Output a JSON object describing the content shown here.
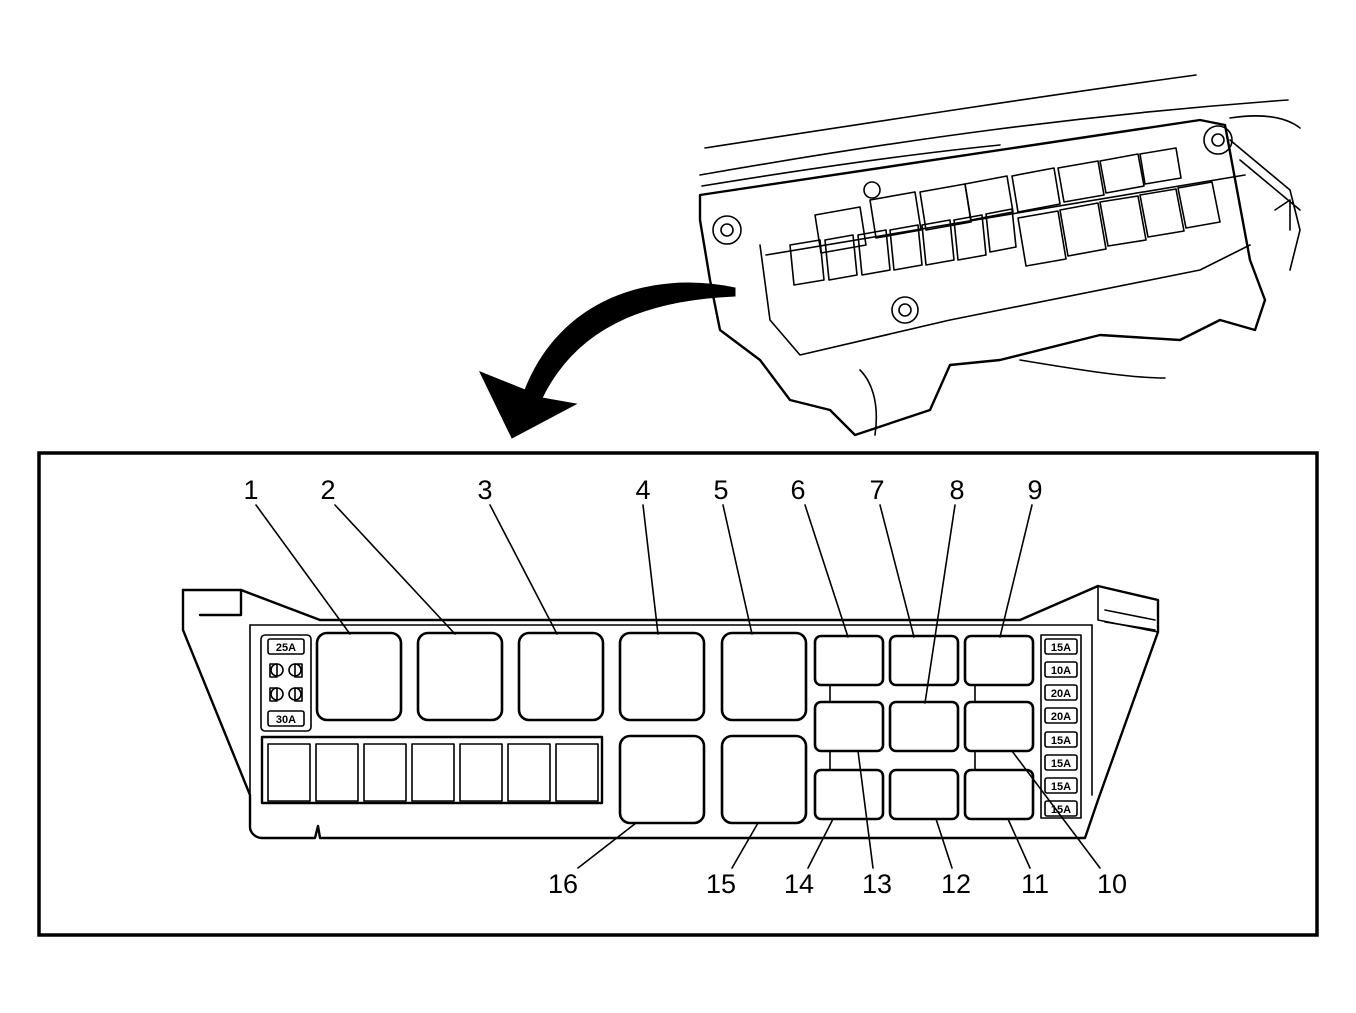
{
  "callouts": {
    "top": [
      "1",
      "2",
      "3",
      "4",
      "5",
      "6",
      "7",
      "8",
      "9"
    ],
    "bottom": [
      "16",
      "15",
      "14",
      "13",
      "12",
      "11",
      "10"
    ]
  },
  "fuses_left": {
    "top": "25A",
    "bottom": "30A"
  },
  "fuses_right": [
    "15A",
    "10A",
    "20A",
    "20A",
    "15A",
    "15A",
    "15A",
    "15A"
  ],
  "colors": {
    "line": "#000000",
    "background": "#ffffff"
  }
}
